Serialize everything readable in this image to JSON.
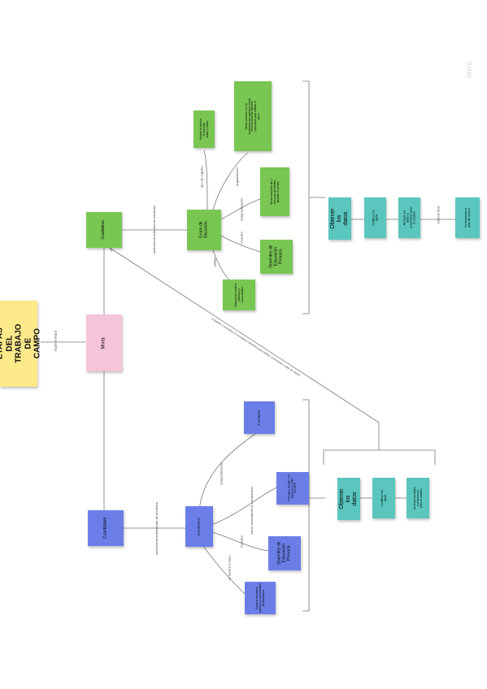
{
  "title": "ETAPAS DEL TRABAJO DE CAMPO",
  "mixta": "Mixta",
  "mixta_label": "según enfoque",
  "brand": "miro",
  "cualitativo": {
    "label": "Cualitativo",
    "instr_label": "seleccionar instrumento medición",
    "instrument": "Grupo de discusión",
    "edge_registro": "tipo de registro",
    "edge_organizacion": "organización",
    "edge_temporalizacion": "temporalización",
    "edge_muestra": "muestra",
    "edge_ambito": "ámbito",
    "registro": "Grabar la sesión en formato audio y vídeo",
    "organizacion": "Varias sesiones con un moderador que guiará la sesión en función de los objetivos propuestos para realizar el guion",
    "temporalizacion": "Varias sesiones de 1 hora por las tardes, durante 2 meses.",
    "muestra": "Docentes de Educación Primaria",
    "ambito": "Educación centros públicos y concertados",
    "steps": [
      "Obtener los datos",
      "Codificar los datos",
      "Archivar los datos y prepararlos para el análisis",
      "Conclusiones y plan de mejora"
    ],
    "step_label": "informe final"
  },
  "cuantitativo": {
    "label": "Cuantitativo",
    "instr_label": "seleccionar instrumento de medición",
    "instrument": "Cuestionario",
    "edge_temporalizacion": "temporalización",
    "edge_como": "cómo contestarán el cuestionario",
    "edge_muestra": "muestra",
    "edge_ambito": "se llevará a cabo...",
    "temporalizacion": "3 semanas",
    "como": "Formulario Google o en papel en el centro educativo",
    "muestra": "Docentes de Educación Primaria",
    "ambito": "Centros escolares públicos y concertados de Barcelona",
    "steps": [
      "Obtener los datos",
      "Codificar los datos",
      "Archivar los datos y prepararlos para el análisis"
    ]
  },
  "join_label": "Comparar y contrastar los resultados obtenidos para realizar conclusiones y plan de mejora"
}
